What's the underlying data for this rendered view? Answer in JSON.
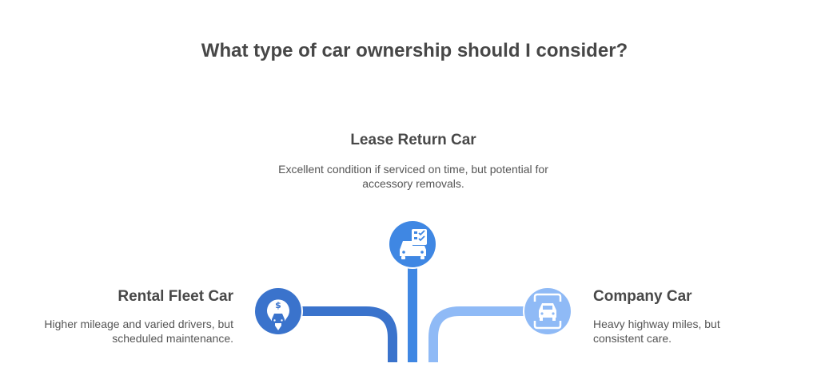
{
  "title": "What type of car ownership should I consider?",
  "options": [
    {
      "title": "Lease Return Car",
      "description": "Excellent condition if serviced on time, but potential for accessory removals.",
      "icon": "car-checklist-icon",
      "color": "#3f87e3"
    },
    {
      "title": "Rental Fleet Car",
      "description": "Higher mileage and varied drivers, but scheduled maintenance.",
      "icon": "car-dollar-icon",
      "color": "#3a73cc"
    },
    {
      "title": "Company Car",
      "description": "Heavy highway miles, but consistent care.",
      "icon": "car-front-icon",
      "color": "#8fbaf6"
    }
  ]
}
